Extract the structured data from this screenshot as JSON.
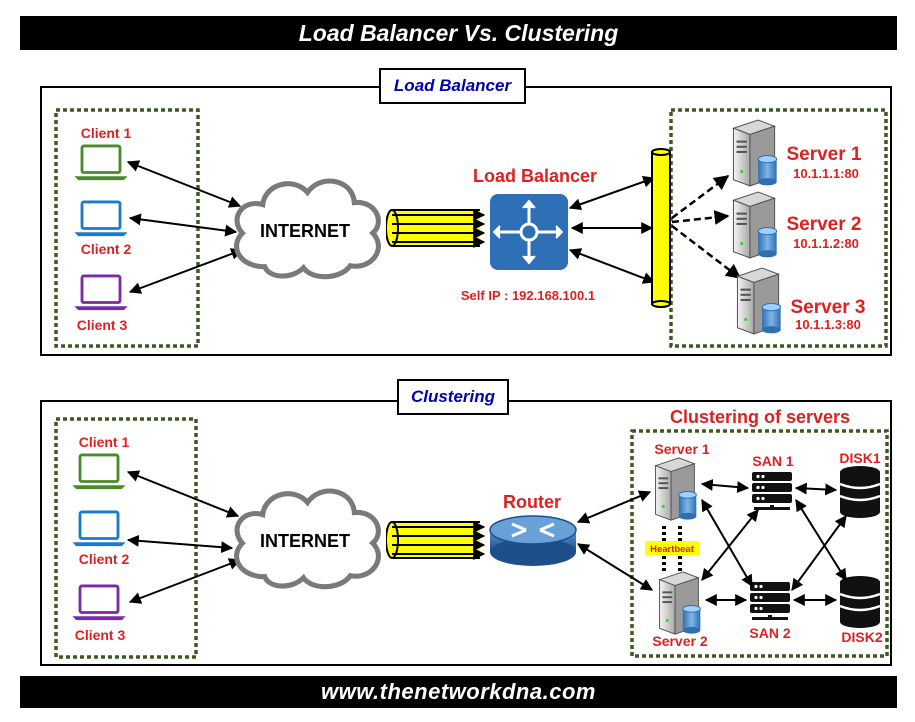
{
  "title": "Load Balancer Vs. Clustering",
  "footer": "www.thenetworkdna.com",
  "load_balancer_section": {
    "label": "Load Balancer",
    "clients": [
      "Client 1",
      "Client 2",
      "Client 3"
    ],
    "internet": "INTERNET",
    "device_label": "Load Balancer",
    "self_ip": "Self IP : 192.168.100.1",
    "servers": [
      {
        "name": "Server 1",
        "ip": "10.1.1.1:80"
      },
      {
        "name": "Server 2",
        "ip": "10.1.1.2:80"
      },
      {
        "name": "Server 3",
        "ip": "10.1.1.3:80"
      }
    ]
  },
  "clustering_section": {
    "label": "Clustering",
    "clients": [
      "Client 1",
      "Client 2",
      "Client 3"
    ],
    "internet": "INTERNET",
    "router_label": "Router",
    "cluster_title": "Clustering of servers",
    "servers": [
      "Server 1",
      "Server 2"
    ],
    "heartbeat": "Heartbeat",
    "sans": [
      "SAN 1",
      "SAN 2"
    ],
    "disks": [
      "DISK1",
      "DISK2"
    ]
  },
  "colors": {
    "client1": "#4a8a2a",
    "client2": "#1a7ad0",
    "client3": "#7a2aa8",
    "label_red": "#e02020",
    "section_blue": "#0000b0",
    "pipe_yellow": "#ffff00",
    "device_blue": "#2e6fb5",
    "dotted_green": "#3a5a20"
  }
}
